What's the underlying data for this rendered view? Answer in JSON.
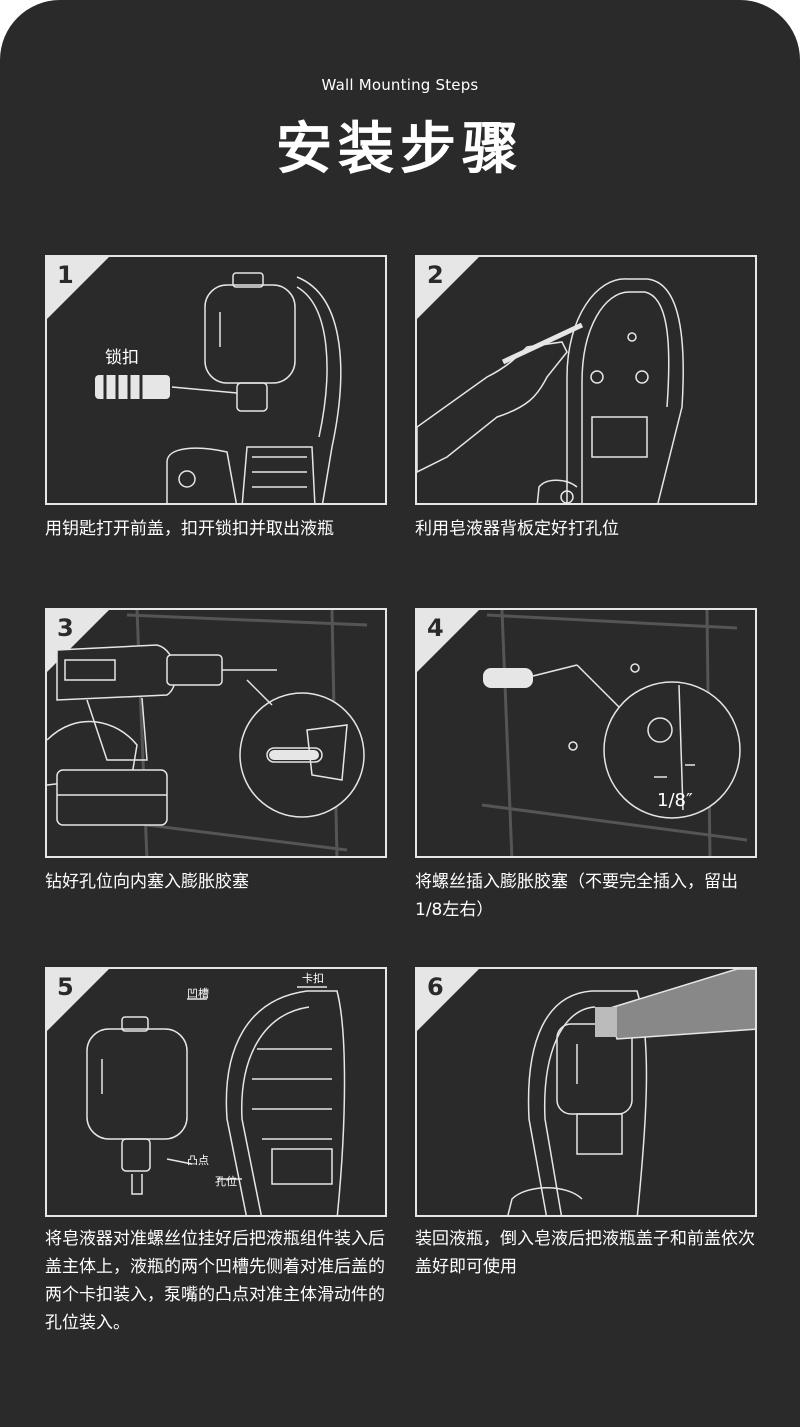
{
  "header": {
    "subtitle": "Wall Mounting Steps",
    "title": "安装步骤"
  },
  "steps": [
    {
      "number": "1",
      "caption": "用钥匙打开前盖，扣开锁扣并取出液瓶",
      "label": "锁扣"
    },
    {
      "number": "2",
      "caption": "利用皂液器背板定好打孔位"
    },
    {
      "number": "3",
      "caption": "钻好孔位向内塞入膨胀胶塞"
    },
    {
      "number": "4",
      "caption": "将螺丝插入膨胀胶塞（不要完全插入，留出1/8左右）",
      "measure": "1/8″"
    },
    {
      "number": "5",
      "caption": "将皂液器对准螺丝位挂好后把液瓶组件装入后盖主体上，液瓶的两个凹槽先侧着对准后盖的两个卡扣装入，泵嘴的凸点对准主体滑动件的孔位装入。",
      "labels": [
        "凹槽",
        "卡扣",
        "凸点",
        "孔位"
      ]
    },
    {
      "number": "6",
      "caption": "装回液瓶，倒入皂液后把液瓶盖子和前盖依次盖好即可使用"
    }
  ],
  "colors": {
    "background": "#2a2a2a",
    "line": "#e6e6e6",
    "text": "#ffffff"
  }
}
